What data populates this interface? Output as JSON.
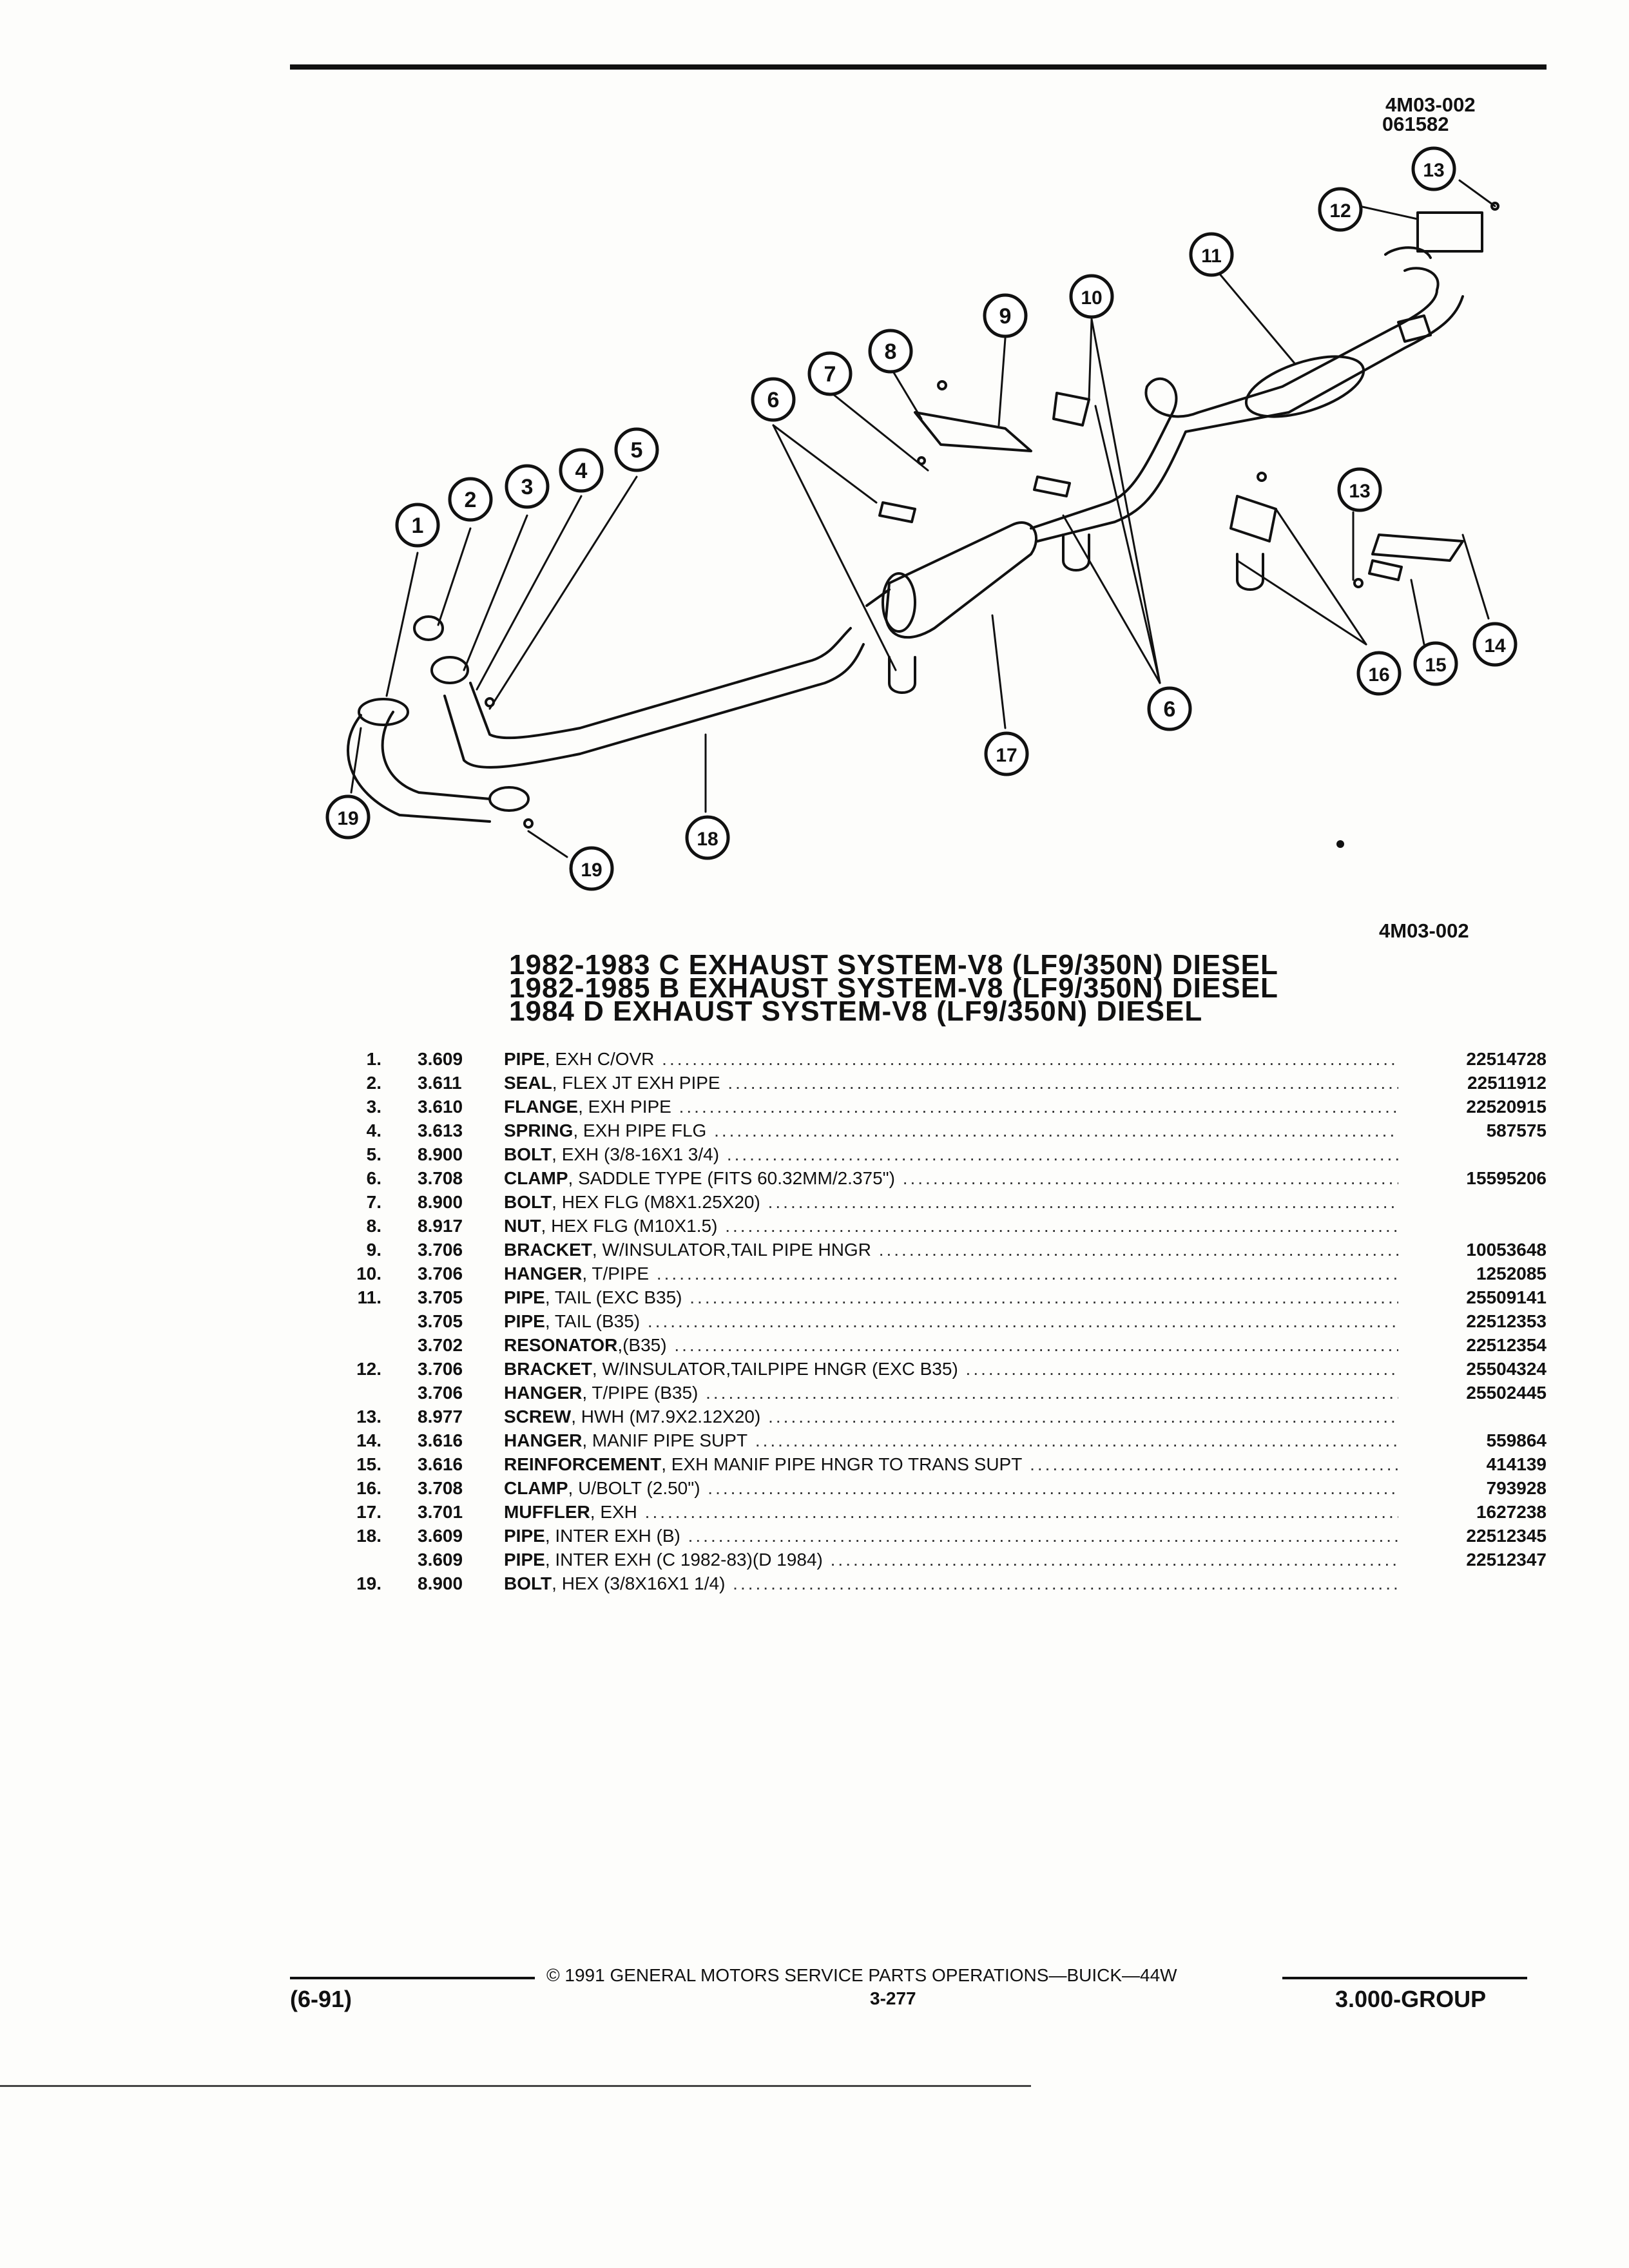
{
  "diagram": {
    "ref_top": "4M03-002",
    "ref_date": "061582",
    "ref_bottom": "4M03-002",
    "callouts": [
      "1",
      "2",
      "3",
      "4",
      "5",
      "6",
      "6",
      "7",
      "8",
      "9",
      "10",
      "11",
      "12",
      "13",
      "13",
      "14",
      "15",
      "16",
      "17",
      "18",
      "19",
      "19"
    ]
  },
  "titles": [
    "1982-1983 C EXHAUST SYSTEM-V8 (LF9/350N) DIESEL",
    "1982-1985 B EXHAUST SYSTEM-V8 (LF9/350N) DIESEL",
    "1984 D EXHAUST SYSTEM-V8 (LF9/350N) DIESEL"
  ],
  "parts": [
    {
      "no": "1.",
      "group": "3.609",
      "name": "PIPE",
      "desc": ", EXH C/OVR",
      "pn": "22514728"
    },
    {
      "no": "2.",
      "group": "3.611",
      "name": "SEAL",
      "desc": ", FLEX JT EXH PIPE",
      "pn": "22511912"
    },
    {
      "no": "3.",
      "group": "3.610",
      "name": "FLANGE",
      "desc": ", EXH PIPE",
      "pn": "22520915"
    },
    {
      "no": "4.",
      "group": "3.613",
      "name": "SPRING",
      "desc": ", EXH PIPE FLG",
      "pn": "587575"
    },
    {
      "no": "5.",
      "group": "8.900",
      "name": "BOLT",
      "desc": ", EXH (3/8-16X1 3/4)",
      "pn": ""
    },
    {
      "no": "6.",
      "group": "3.708",
      "name": "CLAMP",
      "desc": ", SADDLE TYPE (FITS 60.32MM/2.375\")",
      "pn": "15595206"
    },
    {
      "no": "7.",
      "group": "8.900",
      "name": "BOLT",
      "desc": ", HEX FLG (M8X1.25X20)",
      "pn": ""
    },
    {
      "no": "8.",
      "group": "8.917",
      "name": "NUT",
      "desc": ", HEX FLG (M10X1.5)",
      "pn": ""
    },
    {
      "no": "9.",
      "group": "3.706",
      "name": "BRACKET",
      "desc": ", W/INSULATOR,TAIL PIPE HNGR",
      "pn": "10053648"
    },
    {
      "no": "10.",
      "group": "3.706",
      "name": "HANGER",
      "desc": ", T/PIPE",
      "pn": "1252085"
    },
    {
      "no": "11.",
      "group": "3.705",
      "name": "PIPE",
      "desc": ", TAIL (EXC B35)",
      "pn": "25509141"
    },
    {
      "no": "",
      "group": "3.705",
      "name": "PIPE",
      "desc": ", TAIL (B35)",
      "pn": "22512353"
    },
    {
      "no": "",
      "group": "3.702",
      "name": "RESONATOR",
      "desc": ",(B35)",
      "pn": "22512354"
    },
    {
      "no": "12.",
      "group": "3.706",
      "name": "BRACKET",
      "desc": ", W/INSULATOR,TAILPIPE HNGR (EXC B35)",
      "pn": "25504324"
    },
    {
      "no": "",
      "group": "3.706",
      "name": "HANGER",
      "desc": ", T/PIPE (B35)",
      "pn": "25502445"
    },
    {
      "no": "13.",
      "group": "8.977",
      "name": "SCREW",
      "desc": ", HWH (M7.9X2.12X20)",
      "pn": ""
    },
    {
      "no": "14.",
      "group": "3.616",
      "name": "HANGER",
      "desc": ", MANIF PIPE SUPT",
      "pn": "559864"
    },
    {
      "no": "15.",
      "group": "3.616",
      "name": "REINFORCEMENT",
      "desc": ", EXH MANIF PIPE HNGR TO TRANS SUPT",
      "pn": "414139"
    },
    {
      "no": "16.",
      "group": "3.708",
      "name": "CLAMP",
      "desc": ", U/BOLT (2.50\")",
      "pn": "793928"
    },
    {
      "no": "17.",
      "group": "3.701",
      "name": "MUFFLER",
      "desc": ", EXH",
      "pn": "1627238"
    },
    {
      "no": "18.",
      "group": "3.609",
      "name": "PIPE",
      "desc": ", INTER EXH (B)",
      "pn": "22512345"
    },
    {
      "no": "",
      "group": "3.609",
      "name": "PIPE",
      "desc": ", INTER EXH (C 1982-83)(D 1984)",
      "pn": "22512347"
    },
    {
      "no": "19.",
      "group": "8.900",
      "name": "BOLT",
      "desc": ", HEX (3/8X16X1 1/4)",
      "pn": ""
    }
  ],
  "footer": {
    "copyright": "© 1991 GENERAL MOTORS SERVICE PARTS OPERATIONS—BUICK—44W",
    "date_code": "(6-91)",
    "page": "3-277",
    "group": "3.000-GROUP"
  }
}
